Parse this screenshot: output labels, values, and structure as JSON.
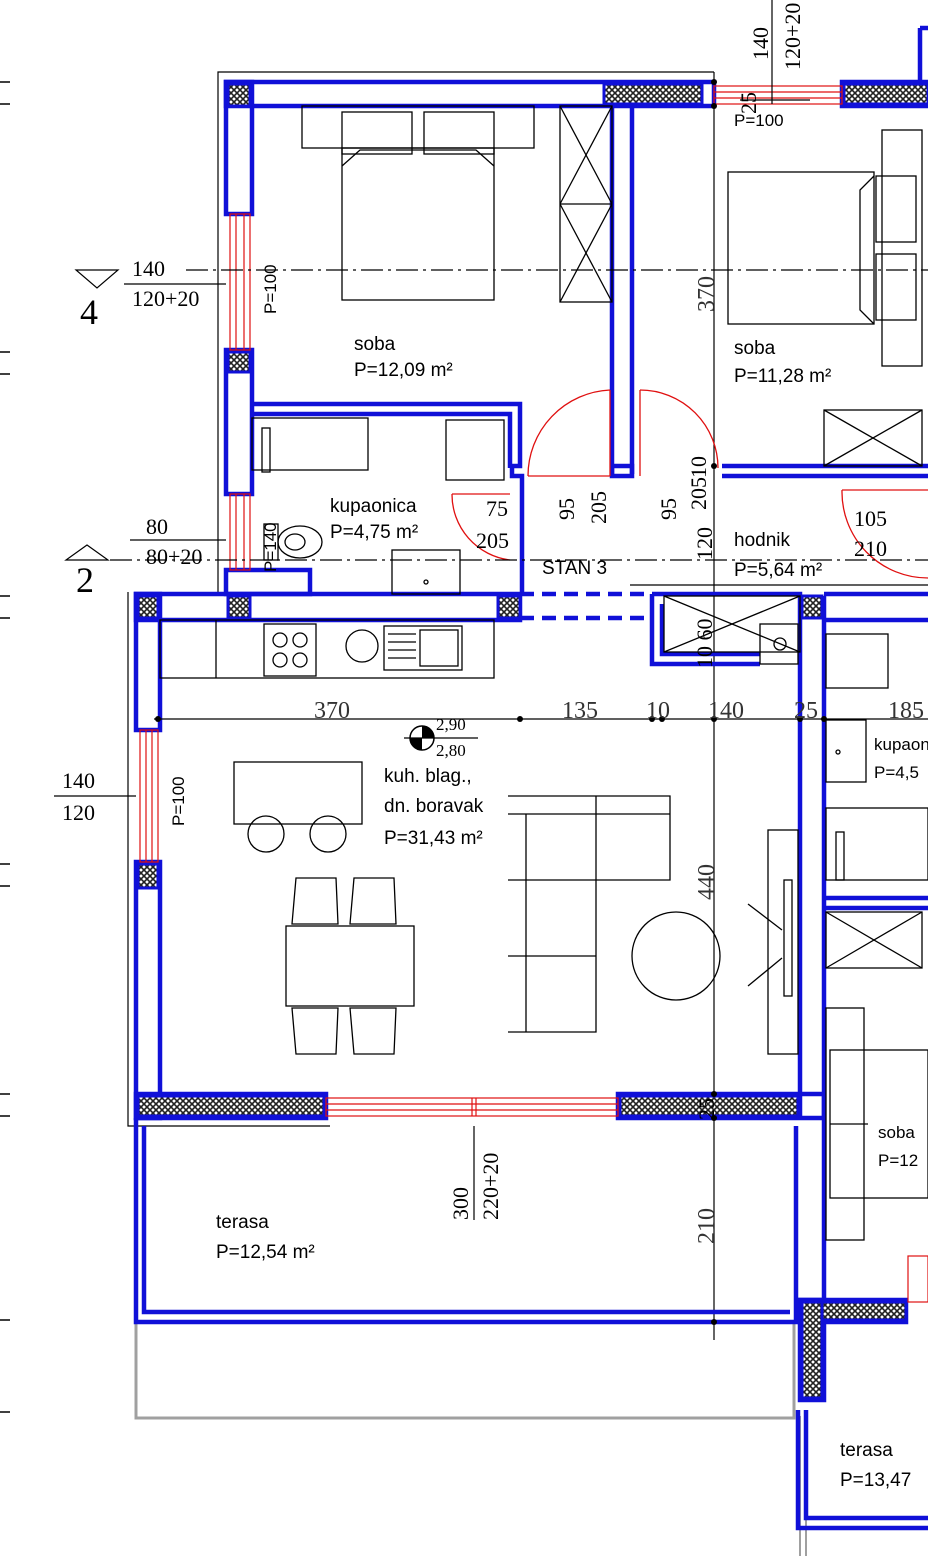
{
  "colors": {
    "wall": "#1010d8",
    "window": "#e01010",
    "door": "#e01010",
    "furniture": "#000000",
    "hatch": "#202020",
    "terrace_rail": "#a0a0a0"
  },
  "rooms": {
    "soba_1": {
      "name": "soba",
      "area": "P=12,09 m²"
    },
    "soba_2": {
      "name": "soba",
      "area": "P=11,28 m²"
    },
    "kupaonica": {
      "name": "kupaonica",
      "area": "P=4,75 m²"
    },
    "hodnik": {
      "name": "hodnik",
      "area": "P=5,64 m²"
    },
    "stan": {
      "name": "STAN 3"
    },
    "dnevni": {
      "line1": "kuh. blag.,",
      "line2": "dn. boravak",
      "area": "P=31,43 m²"
    },
    "terasa_1": {
      "name": "terasa",
      "area": "P=12,54 m²"
    },
    "terasa_2": {
      "name": "terasa",
      "area": "P=13,47"
    },
    "kupaonica_2": {
      "name": "kupaonica",
      "area": "P=4,5"
    },
    "soba_3": {
      "name": "soba",
      "area": "P=12"
    }
  },
  "axis_markers": {
    "marker_4": "4",
    "marker_2": "2"
  },
  "dimensions": {
    "top_140": "140",
    "top_120_20": "120+20",
    "top_25": "25",
    "top_p100": "P=100",
    "left_140": "140",
    "left_120_20": "120+20",
    "left_p100": "P=100",
    "v_370": "370",
    "left2_80": "80",
    "left2_80_20": "80+20",
    "p140": "P=140",
    "door_75": "75",
    "door_205a": "205",
    "door_95a": "95",
    "door_205b": "205",
    "door_95b": "95",
    "door_205c": "205",
    "door_10": "10",
    "door_120": "120",
    "door_105": "105",
    "door_210": "210",
    "d_10_60": "10 60",
    "h_370": "370",
    "h_135": "135",
    "h_10": "10",
    "h_140": "140",
    "h_25": "25",
    "h_185": "185",
    "level_290": "2,90",
    "level_280": "2,80",
    "win_140": "140",
    "win_120": "120",
    "win_p100": "P=100",
    "v_440": "440",
    "v_25": "25",
    "door_300": "300",
    "door_220_20": "220+20",
    "v_210": "210"
  }
}
